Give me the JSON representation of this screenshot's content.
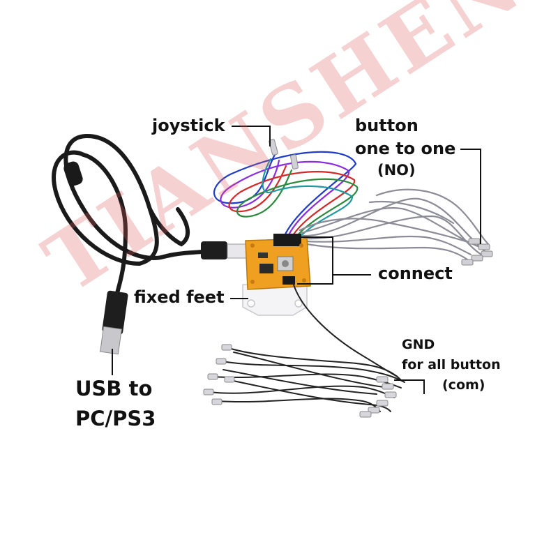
{
  "labels": {
    "joystick": "joystick",
    "button_line1": "button",
    "button_line2": "one to one",
    "button_line3": "(NO)",
    "connect": "connect",
    "fixed_feet": "fixed feet",
    "gnd_line1": "GND",
    "gnd_line2": "for all button",
    "gnd_line3": "(com)",
    "usb_line1": "USB to",
    "usb_line2": "PC/PS3"
  },
  "watermark": "TIANSHENG",
  "colors": {
    "background": "#ffffff",
    "pcb": "#f0a020",
    "usb_cable": "#1a1a1a",
    "gray_wire": "#8c8c96",
    "black_wire": "#222222",
    "joystick_wires": [
      "#1e3cc8",
      "#8a2be2",
      "#d22828",
      "#2a8a3c",
      "#1e9aa0"
    ],
    "watermark": "#dc5a5a"
  }
}
